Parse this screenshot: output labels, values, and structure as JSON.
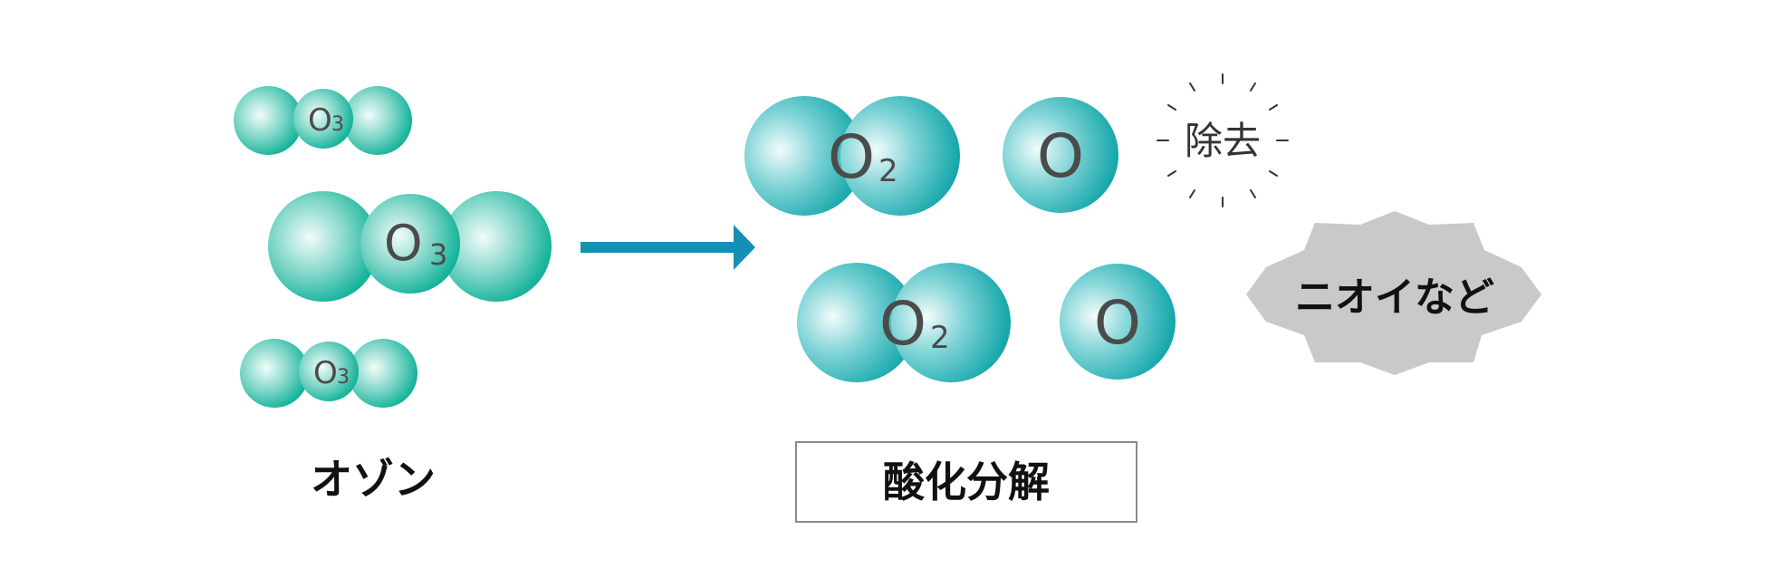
{
  "colors": {
    "molecule_light": "#eefaf8",
    "molecule_dark": "#11a8aa",
    "ozone_dark": "#17b49b",
    "arrow": "#1590b5",
    "starburst": "#c9c9c9",
    "label_text": "#4b4b4b"
  },
  "ozone": {
    "molecules": [
      {
        "symbol": "O",
        "subscript": "3"
      },
      {
        "symbol": "O",
        "subscript": "3"
      },
      {
        "symbol": "O",
        "subscript": "3"
      }
    ],
    "caption": "オゾン"
  },
  "products": {
    "molecules": [
      {
        "symbol": "O",
        "subscript": "2"
      },
      {
        "symbol": "O",
        "subscript": ""
      },
      {
        "symbol": "O",
        "subscript": "2"
      },
      {
        "symbol": "O",
        "subscript": ""
      }
    ],
    "caption": "酸化分解"
  },
  "removal": {
    "label": "除去",
    "target": "ニオイなど"
  }
}
